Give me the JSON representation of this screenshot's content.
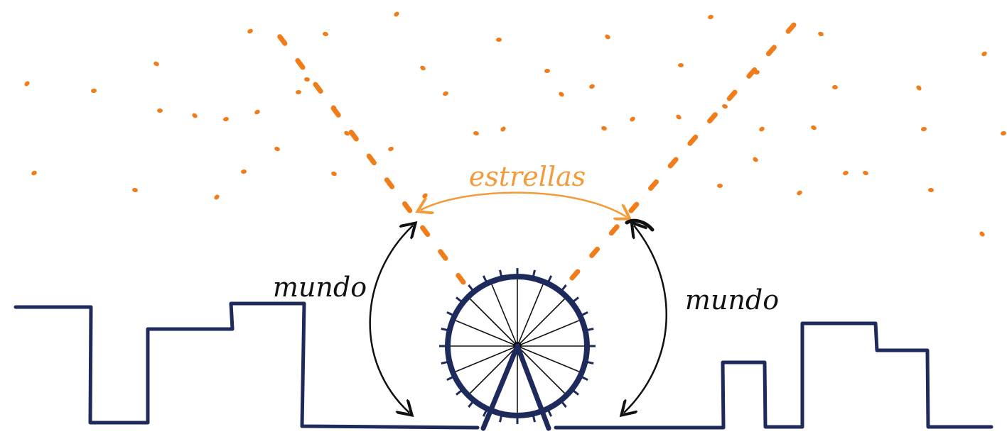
{
  "labels": {
    "stars": "estrellas",
    "world_left": "mundo",
    "world_right": "mundo"
  },
  "colors": {
    "background": "#ffffff",
    "stars": "#f07d1a",
    "stars_label": "#f39a3a",
    "skyline": "#1f2a5c",
    "arrows": "#111111"
  }
}
